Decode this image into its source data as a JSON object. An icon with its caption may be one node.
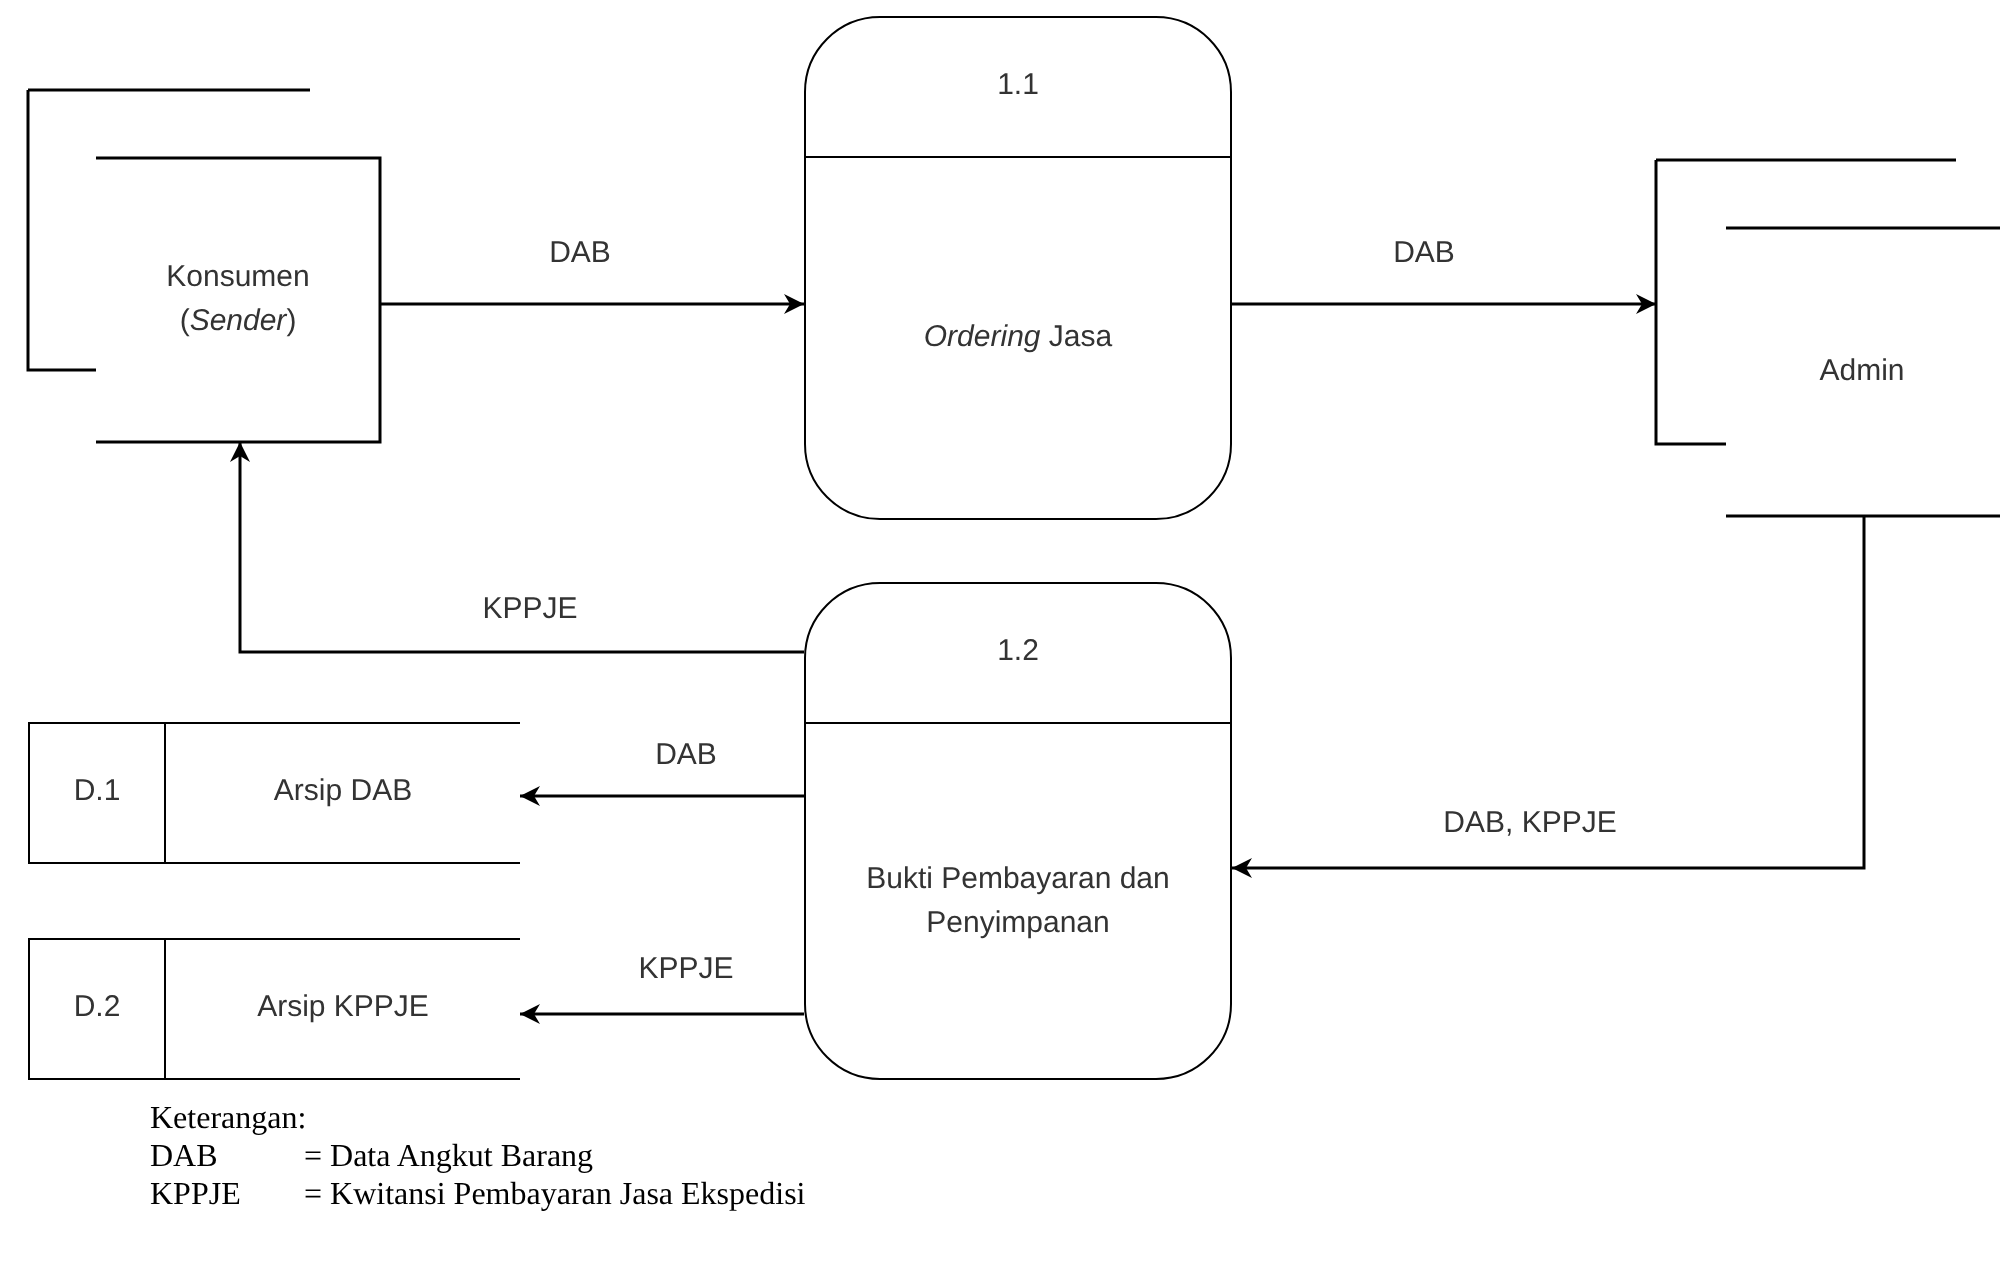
{
  "diagram": {
    "nodes": [
      {
        "text": [
          "Konsumen (*Sender*)"
        ]
      },
      {
        "text": [
          "1.1",
          "*Ordering* Jasa"
        ]
      },
      {
        "text": [
          "Admin"
        ]
      },
      {
        "text": [
          "1.2",
          "Bukti Pembayaran dan Penyimpanan"
        ]
      },
      {
        "text": [
          "D.1",
          "Arsip DAB"
        ]
      },
      {
        "text": [
          "D.2",
          "Arsip KPPJE"
        ]
      }
    ],
    "edges": [
      {
        "from": 0,
        "to": 1,
        "arrow": "to",
        "label": "DAB"
      },
      {
        "from": 1,
        "to": 2,
        "arrow": "to",
        "label": "DAB"
      },
      {
        "from": 3,
        "to": 0,
        "arrow": "to",
        "label": "KPPJE"
      },
      {
        "from": 2,
        "to": 3,
        "arrow": "to",
        "label": "DAB, KPPJE"
      },
      {
        "from": 3,
        "to": 4,
        "arrow": "to",
        "label": "DAB"
      },
      {
        "from": 3,
        "to": 5,
        "arrow": "to",
        "label": "KPPJE"
      }
    ],
    "labels": [
      "Keterangan:",
      "DAB",
      "= Data Angkut Barang",
      "KPPJE",
      "= Kwitansi Pembayaran Jasa Ekspedisi"
    ]
  }
}
